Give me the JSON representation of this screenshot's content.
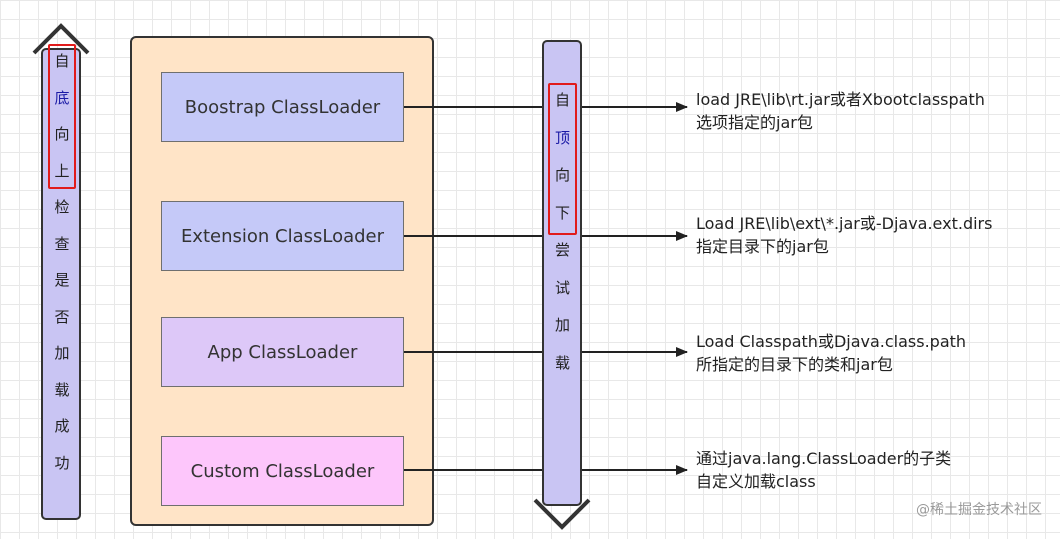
{
  "left_column": {
    "chars": [
      "自",
      "底",
      "向",
      "上",
      "检",
      "查",
      "是",
      "否",
      "加",
      "载",
      "成",
      "功"
    ],
    "highlighted": [
      "自",
      "底",
      "向",
      "上"
    ]
  },
  "middle_column": {
    "chars": [
      "自",
      "顶",
      "向",
      "下",
      "尝",
      "试",
      "加",
      "载"
    ],
    "highlighted": [
      "自",
      "顶",
      "向",
      "下"
    ]
  },
  "loaders": [
    {
      "label": "Boostrap ClassLoader",
      "fill": "#c5c9f8"
    },
    {
      "label": "Extension ClassLoader",
      "fill": "#c5c9f8"
    },
    {
      "label": "App ClassLoader",
      "fill": "#ddc8f8"
    },
    {
      "label": "Custom ClassLoader",
      "fill": "#fdc6fb"
    }
  ],
  "descriptions": [
    {
      "line1": "load JRE\\lib\\rt.jar或者Xbootclasspath",
      "line2": "选项指定的jar包"
    },
    {
      "line1": "Load JRE\\lib\\ext\\*.jar或-Djava.ext.dirs",
      "line2": "指定目录下的jar包"
    },
    {
      "line1": "Load Classpath或Djava.class.path",
      "line2": "所指定的目录下的类和jar包"
    },
    {
      "line1": "通过java.lang.ClassLoader的子类",
      "line2": "自定义加载class"
    }
  ],
  "colors": {
    "container_fill": "#ffe4c7",
    "bar_fill": "#c9c5f3",
    "highlight_border": "#e11b1b",
    "highlight_text": "#1a1aa6"
  },
  "watermark": "@稀土掘金技术社区"
}
